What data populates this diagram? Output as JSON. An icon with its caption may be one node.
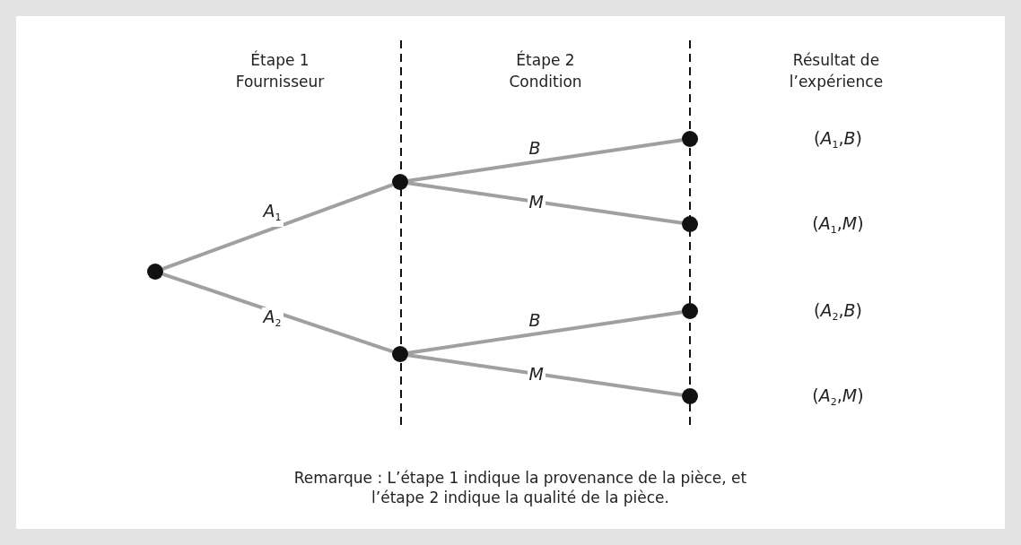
{
  "diagram": {
    "nodes": [
      {
        "text": [],
        "shape": "circle"
      },
      {
        "text": [],
        "shape": "circle"
      },
      {
        "text": [],
        "shape": "circle"
      },
      {
        "text": [],
        "shape": "circle"
      },
      {
        "text": [],
        "shape": "circle"
      },
      {
        "text": [],
        "shape": "circle"
      },
      {
        "text": [],
        "shape": "circle"
      }
    ],
    "edges": [
      {
        "from": 0,
        "to": 1,
        "arrow": "none",
        "label": "*A*$_{1}$"
      },
      {
        "from": 0,
        "to": 2,
        "arrow": "none",
        "label": "*A*$_{2}$"
      },
      {
        "from": 1,
        "to": 3,
        "arrow": "none",
        "label": "*B*"
      },
      {
        "from": 1,
        "to": 4,
        "arrow": "none",
        "label": "*M*"
      },
      {
        "from": 2,
        "to": 5,
        "arrow": "none",
        "label": "*B*"
      },
      {
        "from": 2,
        "to": 6,
        "arrow": "none",
        "label": "*M*"
      }
    ],
    "labels": [
      "Étape 1 Fournisseur",
      "Étape 2 Condition",
      "Résultat de l’expérience",
      "(*A*$_{1}$,*B*)",
      "(*A*$_{1}$,*M*)",
      "(*A*$_{2}$,*B*)",
      "(*A*$_{2}$,*M*)",
      "Remarque : L’étape 1 indique la provenance de la pièce, et l’étape 2 indique la qualité de la pièce."
    ]
  }
}
